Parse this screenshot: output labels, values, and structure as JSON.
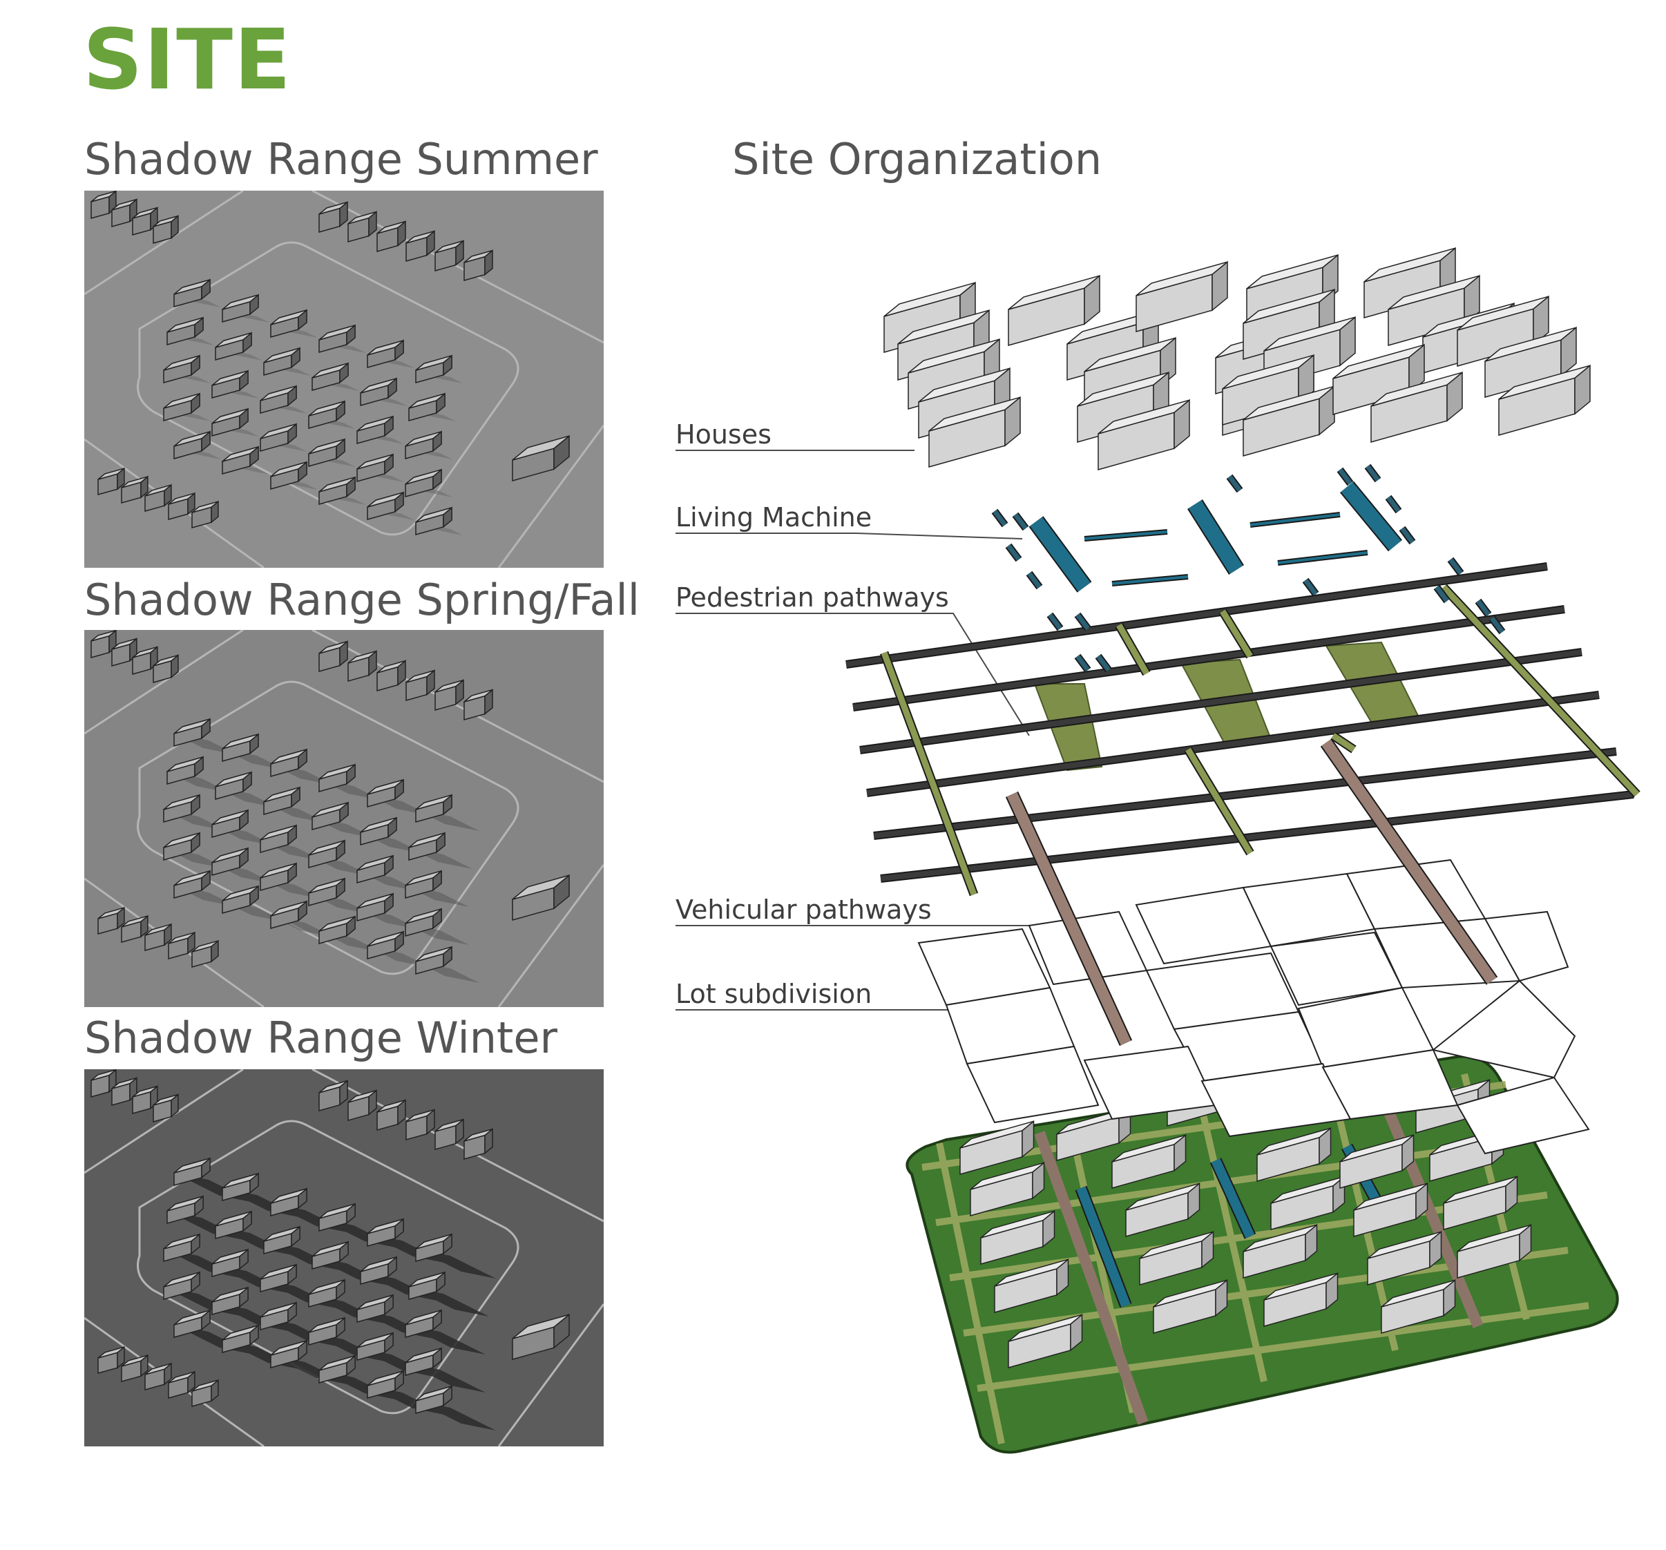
{
  "page_title": "SITE",
  "sections": {
    "summer": "Shadow Range Summer",
    "spring_fall": "Shadow Range Spring/Fall",
    "winter": "Shadow Range Winter",
    "organization": "Site Organization"
  },
  "layers": [
    "Houses",
    "Living Machine",
    "Pedestrian pathways",
    "Vehicular pathways",
    "Lot subdivision"
  ],
  "colors": {
    "title_green": "#6aa23c",
    "site_green": "#3f7a2e",
    "pedestrian_green": "#7e8f4a",
    "vehicular_brown": "#9a7f74",
    "living_machine_blue": "#1f6f8a",
    "house_grey": "#d6d6d6"
  }
}
